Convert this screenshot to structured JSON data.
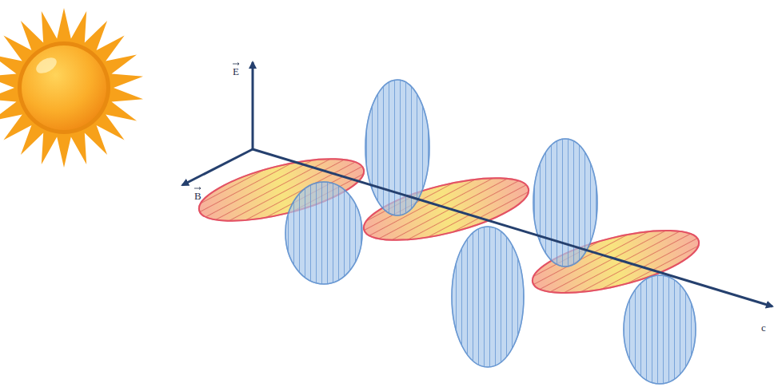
{
  "diagram": {
    "labels": [
      "E",
      "B",
      "c"
    ]
  }
}
